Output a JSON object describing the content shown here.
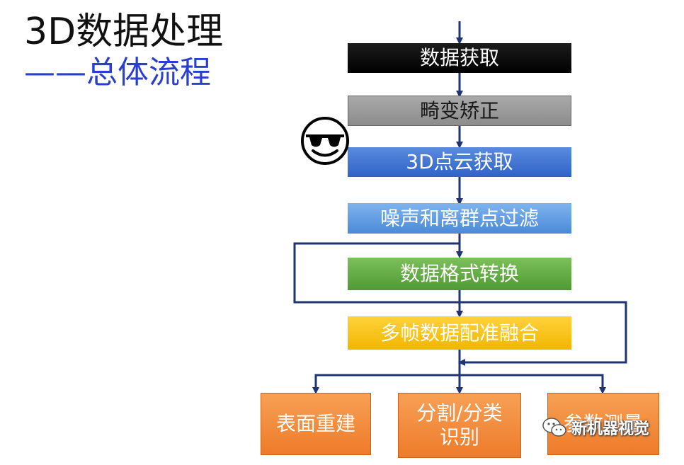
{
  "title": "3D数据处理",
  "subtitle": "——总体流程",
  "steps": {
    "acquire": "数据获取",
    "distortion": "畸变矫正",
    "pointcloud": "3D点云获取",
    "filter": "噪声和离群点过滤",
    "format": "数据格式转换",
    "register": "多帧数据配准融合"
  },
  "outputs": {
    "reconstruct": "表面重建",
    "segment_line1": "分割/分类",
    "segment_line2": "识别",
    "measure": "参数测量"
  },
  "emoji": "smiling-face-with-sunglasses",
  "watermark": "新机器视觉",
  "colors": {
    "arrow": "#1f3473",
    "title": "#111111",
    "subtitle": "#2a3fd0"
  }
}
